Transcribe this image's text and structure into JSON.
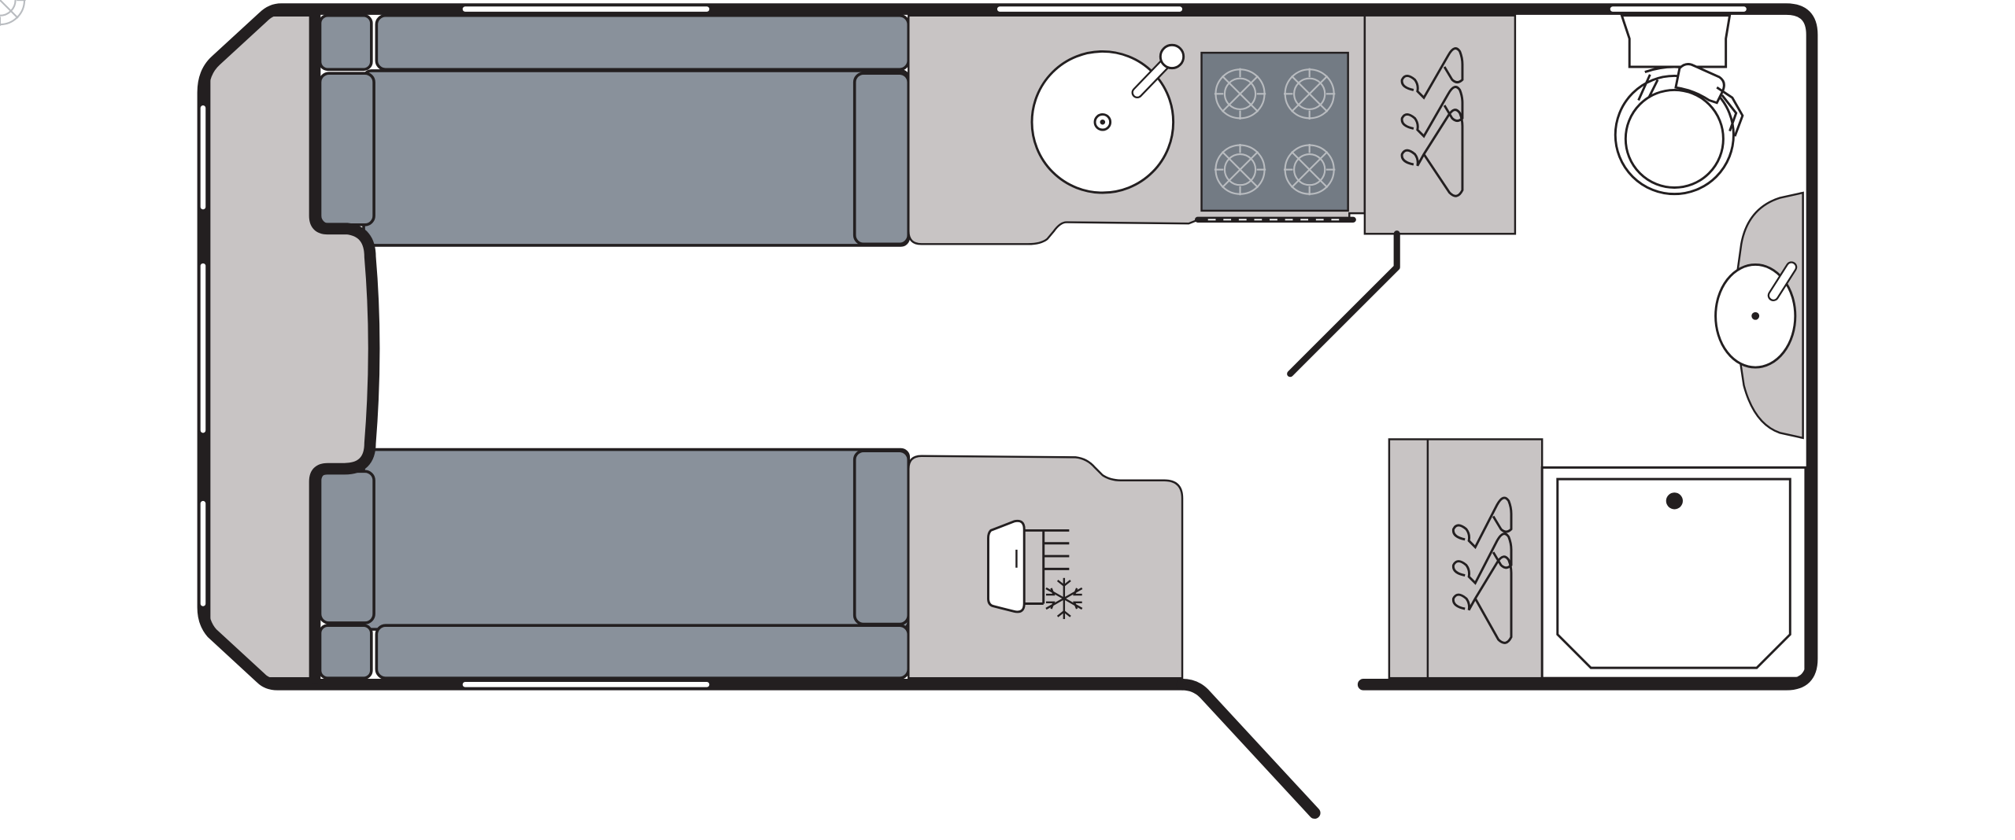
{
  "colors": {
    "wall": "#231f20",
    "furniture": "#c8c4c4",
    "upholstery": "#89919b",
    "hob": "#737b84",
    "window": "#ffffff",
    "floor": "#ffffff"
  },
  "icons": {
    "sink": "round-sink-icon",
    "hob": "four-burner-hob-icon",
    "fridge": "fridge-icon",
    "wardrobe": "clothes-hanger-icon",
    "toilet": "toilet-icon",
    "basin": "washbasin-icon",
    "shower": "shower-tray-icon"
  },
  "zones": [
    "front-lounge",
    "kitchen",
    "wardrobe",
    "washroom",
    "entrance-door"
  ]
}
